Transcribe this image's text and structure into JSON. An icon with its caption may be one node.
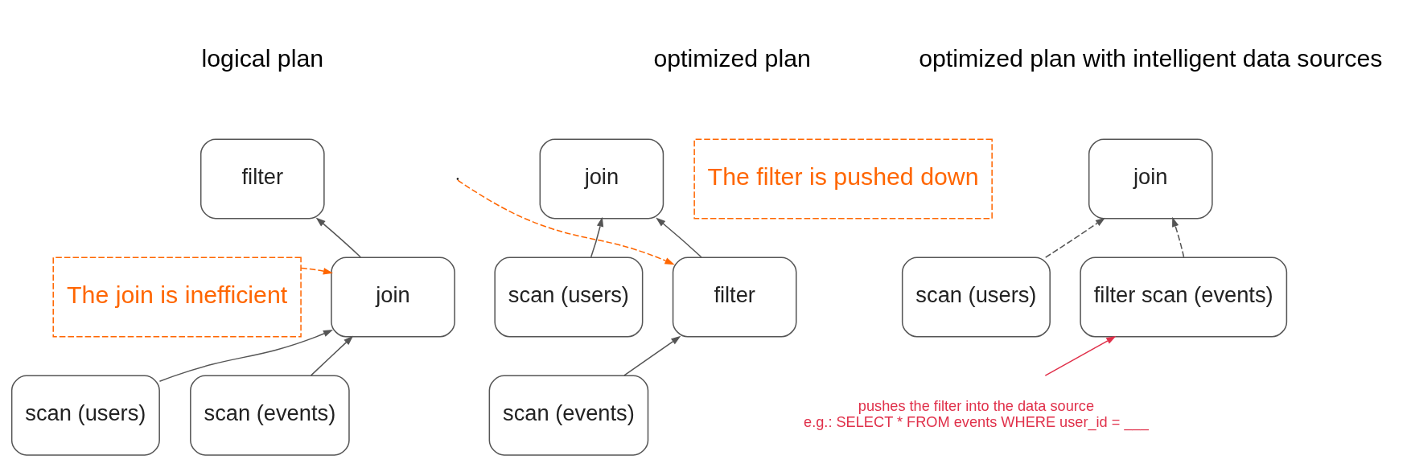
{
  "diagram": {
    "nodes": [
      {
        "text": [
          "The join is inefficient"
        ]
      },
      {
        "text": [
          "filter"
        ]
      },
      {
        "text": [
          "join"
        ]
      },
      {
        "text": [
          "scan (users)"
        ]
      },
      {
        "text": [
          "scan (events)"
        ]
      },
      {
        "text": [
          "join"
        ]
      },
      {
        "text": [
          "scan (users)"
        ]
      },
      {
        "text": [
          "filter"
        ]
      },
      {
        "text": [
          "The filter is pushed down"
        ]
      },
      {
        "text": [
          "scan (events)"
        ]
      },
      {
        "text": [
          "join"
        ]
      },
      {
        "text": [
          "scan (users)"
        ]
      },
      {
        "text": [
          "filter scan (events)"
        ]
      },
      {
        "text": [
          "pushes the filter into the data source",
          "e.g.: SELECT * FROM events WHERE user_id = ___"
        ]
      }
    ],
    "edges": [
      {
        "from": 2,
        "to": 1,
        "arrow": "to"
      },
      {
        "from": 3,
        "to": 2,
        "arrow": "to"
      },
      {
        "from": 4,
        "to": 2,
        "arrow": "to"
      },
      {
        "from": 0,
        "to": 2,
        "arrow": "to",
        "style": "dashed",
        "color": "#ff6600"
      },
      {
        "from": 6,
        "to": 5,
        "arrow": "to"
      },
      {
        "from": 7,
        "to": 5,
        "arrow": "to"
      },
      {
        "from": 9,
        "to": 7,
        "arrow": "to"
      },
      {
        "from": null,
        "to": 7,
        "arrow": "to",
        "style": "dashed",
        "color": "#ff6600"
      },
      {
        "from": 11,
        "to": 10,
        "arrow": "to",
        "style": "dashed"
      },
      {
        "from": 12,
        "to": 10,
        "arrow": "to",
        "style": "dashed"
      },
      {
        "from": 13,
        "to": 12,
        "arrow": "to",
        "color": "#e0304a"
      }
    ],
    "labels": [
      "logical plan",
      "optimized plan",
      "optimized plan with intelligent data sources"
    ]
  }
}
